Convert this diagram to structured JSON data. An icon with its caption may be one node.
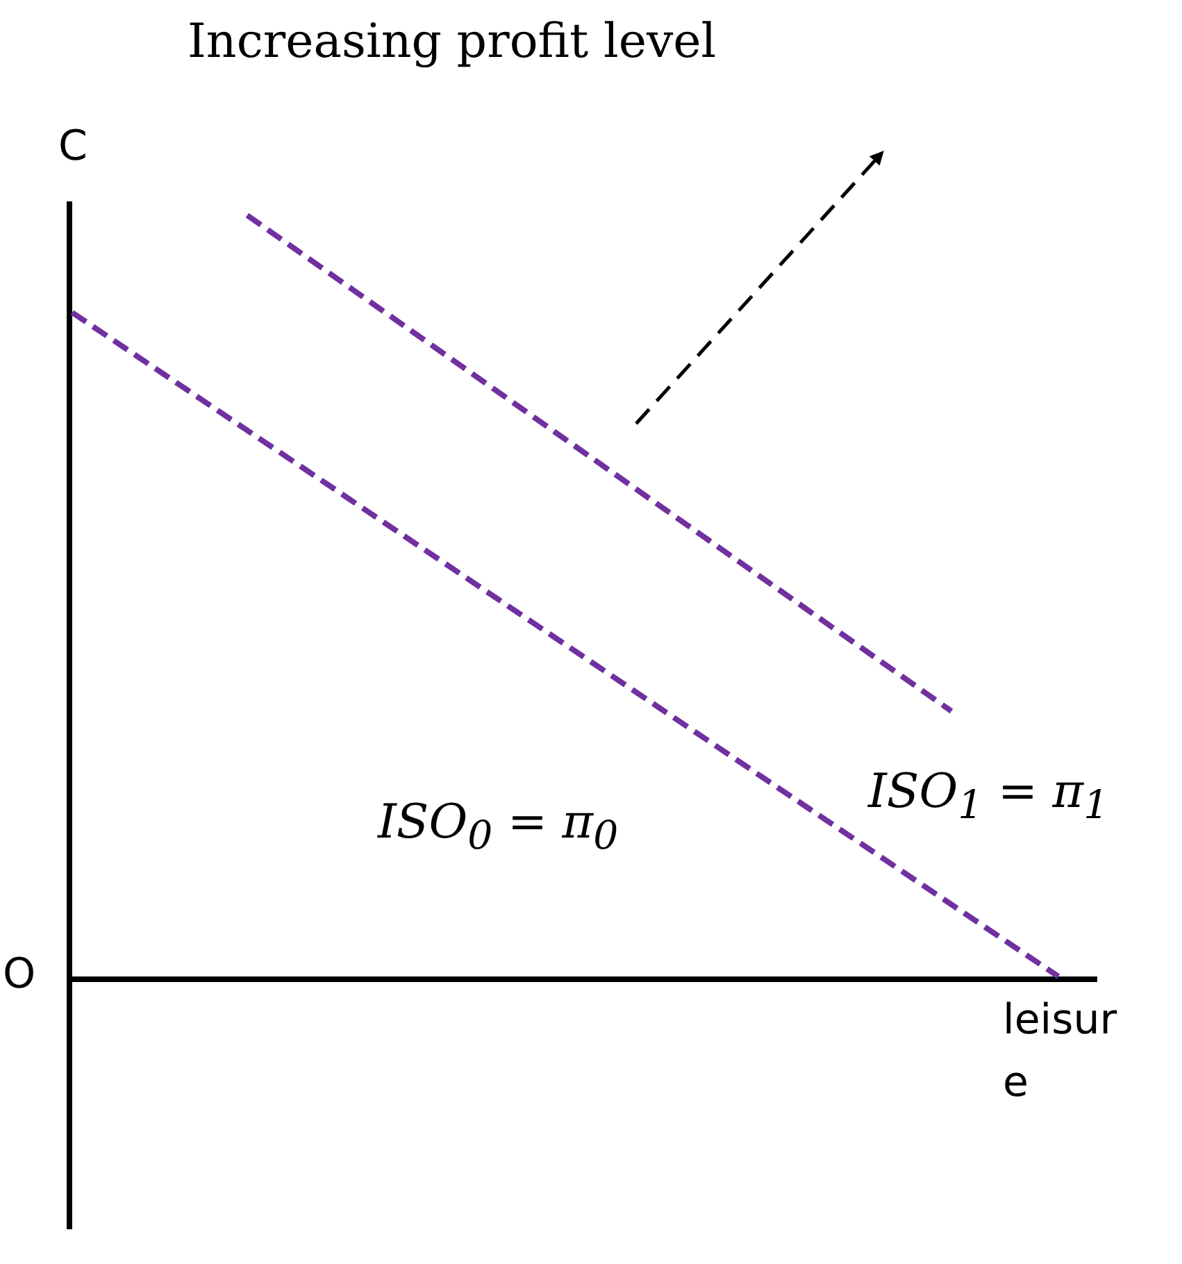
{
  "diagram": {
    "title": "Increasing profit level",
    "labels": [
      "C",
      "O",
      "leisure",
      "ISO$_{0}$ = π$_{0}$",
      "ISO$_{1}$ = π$_{1}$"
    ]
  }
}
